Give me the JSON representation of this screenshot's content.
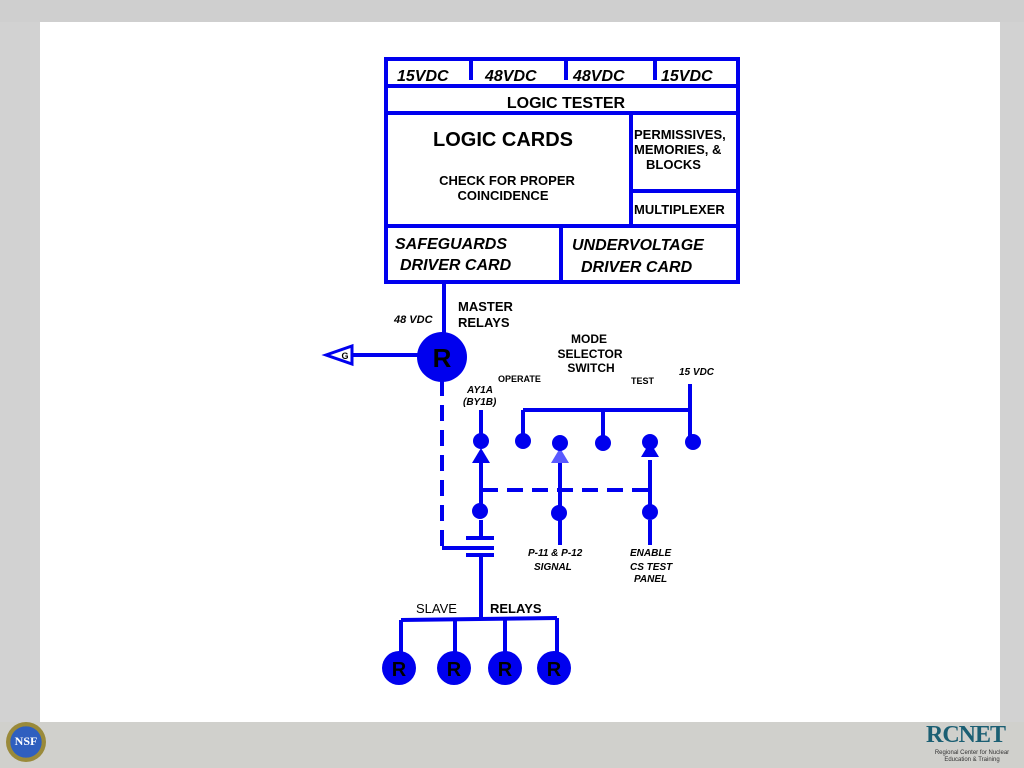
{
  "diagram": {
    "supply_labels": [
      "15VDC",
      "48VDC",
      "48VDC",
      "15VDC"
    ],
    "logic_tester": "LOGIC TESTER",
    "logic_cards": "LOGIC CARDS",
    "check_line1": "CHECK FOR PROPER",
    "check_line2": "COINCIDENCE",
    "permissives_line1": "PERMISSIVES,",
    "permissives_line2": "MEMORIES, &",
    "permissives_line3": "BLOCKS",
    "multiplexer": "MULTIPLEXER",
    "safeguards_line1": "SAFEGUARDS",
    "safeguards_line2": "DRIVER CARD",
    "undervoltage_line1": "UNDERVOLTAGE",
    "undervoltage_line2": "DRIVER CARD",
    "v48": "48 VDC",
    "master_line1": "MASTER",
    "master_line2": "RELAYS",
    "master_relay": "R",
    "ground_letter": "G",
    "mode_line1": "MODE",
    "mode_line2": "SELECTOR",
    "mode_line3": "SWITCH",
    "operate": "OPERATE",
    "test": "TEST",
    "v15": "15 VDC",
    "ay1a": "AY1A",
    "by1b": "(BY1B)",
    "p11_line1": "P-11 & P-12",
    "p11_line2": "SIGNAL",
    "enable_line1": "ENABLE",
    "enable_line2": "CS TEST",
    "enable_line3": "PANEL",
    "slave": "SLAVE",
    "relays": "RELAYS",
    "slave_relays": [
      "R",
      "R",
      "R",
      "R"
    ]
  },
  "footer": {
    "nsf_logo_text": "NSF",
    "rcnet_name": "RCNET",
    "rcnet_sub": "Regional Center for Nuclear Education & Training"
  },
  "colors": {
    "diagram_blue": "#0000ee",
    "slide_bg": "#ffffff"
  }
}
